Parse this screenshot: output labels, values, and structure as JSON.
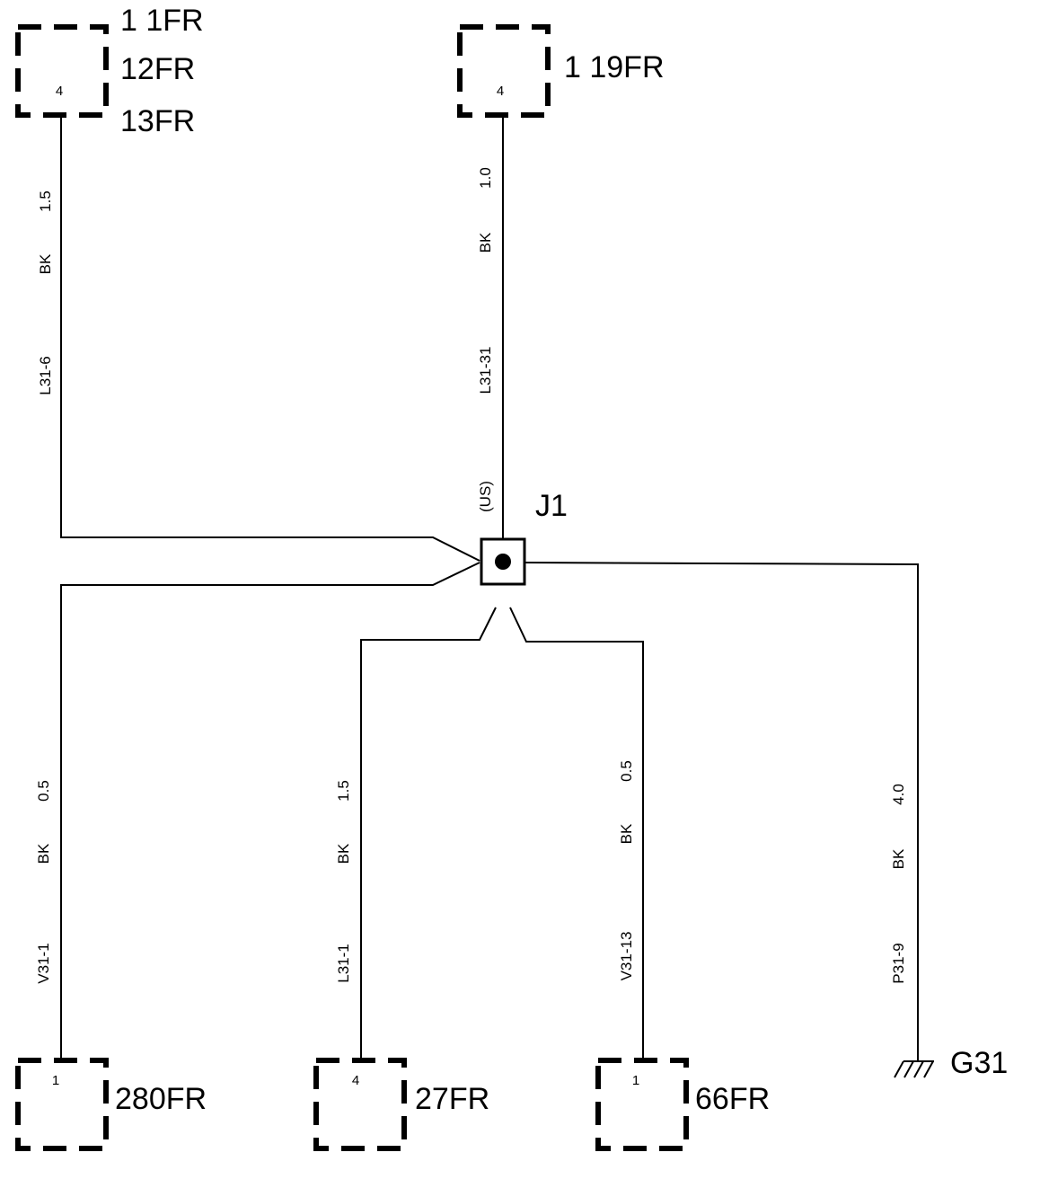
{
  "connectors": {
    "top_left": {
      "labels": [
        "1 1FR",
        "12FR",
        "13FR"
      ],
      "pin": "4"
    },
    "top_mid": {
      "label": "1 19FR",
      "pin": "4"
    },
    "bottom_1": {
      "label": "280FR",
      "pin": "1"
    },
    "bottom_2": {
      "label": "27FR",
      "pin": "4"
    },
    "bottom_3": {
      "label": "66FR",
      "pin": "1"
    }
  },
  "junction": {
    "label": "J1",
    "region": "(US)"
  },
  "ground": {
    "label": "G31"
  },
  "wires": {
    "top_left": {
      "gauge": "1.5",
      "color": "BK",
      "id": "L31-6"
    },
    "top_mid": {
      "gauge": "1.0",
      "color": "BK",
      "id": "L31-31"
    },
    "bottom_1": {
      "gauge": "0.5",
      "color": "BK",
      "id": "V31-1"
    },
    "bottom_2": {
      "gauge": "1.5",
      "color": "BK",
      "id": "L31-1"
    },
    "bottom_3": {
      "gauge": "0.5",
      "color": "BK",
      "id": "V31-13"
    },
    "ground": {
      "gauge": "4.0",
      "color": "BK",
      "id": "P31-9"
    }
  }
}
